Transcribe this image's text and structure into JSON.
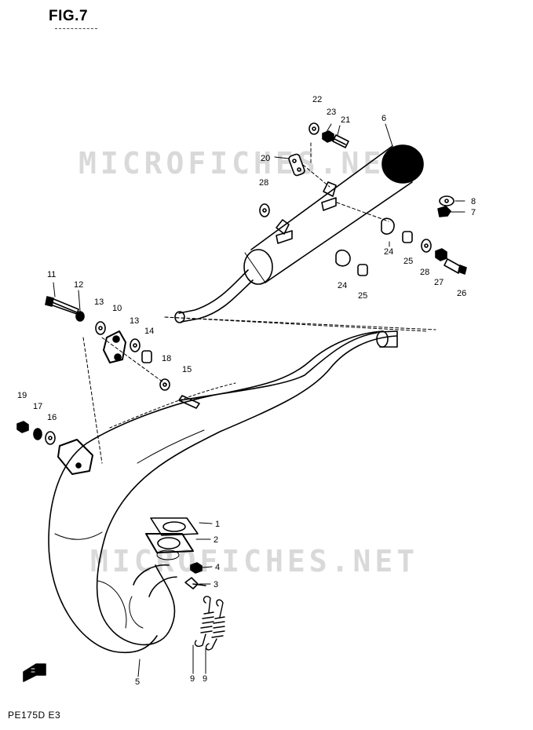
{
  "figure_title": "FIG.7",
  "model_code": "PE175D E3",
  "watermark_text": "MICROFICHES.NET",
  "part_labels": {
    "p1": "1",
    "p2": "2",
    "p3": "3",
    "p4": "4",
    "p5": "5",
    "p6": "6",
    "p7": "7",
    "p8": "8",
    "p9a": "9",
    "p9b": "9",
    "p10": "10",
    "p11": "11",
    "p12": "12",
    "p13a": "13",
    "p13b": "13",
    "p14": "14",
    "p15": "15",
    "p16": "16",
    "p17": "17",
    "p18": "18",
    "p19": "19",
    "p20": "20",
    "p21": "21",
    "p22": "22",
    "p23": "23",
    "p24a": "24",
    "p24b": "24",
    "p25a": "25",
    "p25b": "25",
    "p26": "26",
    "p27": "27",
    "p28a": "28",
    "p28b": "28"
  },
  "colors": {
    "ink": "#000000",
    "watermark": "#d9d9d9",
    "paper": "#ffffff"
  },
  "icons": {
    "front_arrow": "front-arrow-icon"
  }
}
